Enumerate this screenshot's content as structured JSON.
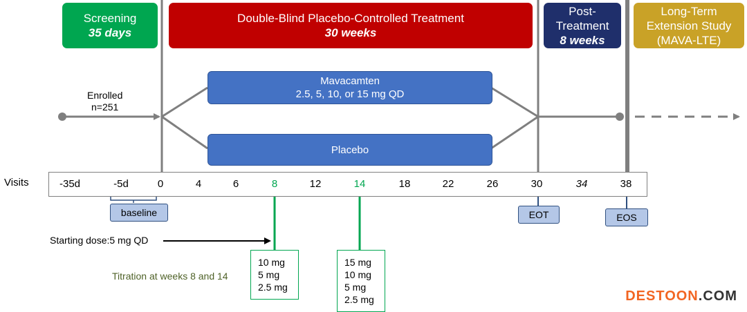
{
  "phases": {
    "screening": {
      "title": "Screening",
      "subtitle": "35 days",
      "color": "#00a650"
    },
    "treatment": {
      "title": "Double-Blind Placebo-Controlled Treatment",
      "subtitle": "30 weeks",
      "color": "#c00000"
    },
    "post": {
      "line1": "Post-",
      "line2": "Treatment",
      "subtitle": "8 weeks",
      "color": "#1f2f6b"
    },
    "lte": {
      "line1": "Long-Term",
      "line2": "Extension Study",
      "line3": "(MAVA-LTE)",
      "color": "#c9a227"
    }
  },
  "enrolled": {
    "line1": "Enrolled",
    "line2": "n=251"
  },
  "arms": {
    "drug": {
      "name": "Mavacamten",
      "dose": "2.5, 5, 10, or 15 mg QD"
    },
    "placebo": {
      "name": "Placebo"
    }
  },
  "visits": {
    "label": "Visits",
    "ticks": [
      "-35d",
      "-5d",
      "0",
      "4",
      "6",
      "8",
      "12",
      "14",
      "18",
      "22",
      "26",
      "30",
      "34",
      "38"
    ]
  },
  "markers": {
    "baseline": "baseline",
    "eot": "EOT",
    "eos": "EOS"
  },
  "dosing": {
    "starting": "Starting dose:5 mg QD",
    "titration": "Titration at weeks 8 and 14",
    "week8_options": [
      "10 mg",
      "5 mg",
      "2.5 mg"
    ],
    "week14_options": [
      "15 mg",
      "10 mg",
      "5 mg",
      "2.5 mg"
    ],
    "green": "#00a650"
  },
  "watermark": {
    "brand": "DESTOON",
    "dot": ".",
    "tld": "COM"
  }
}
